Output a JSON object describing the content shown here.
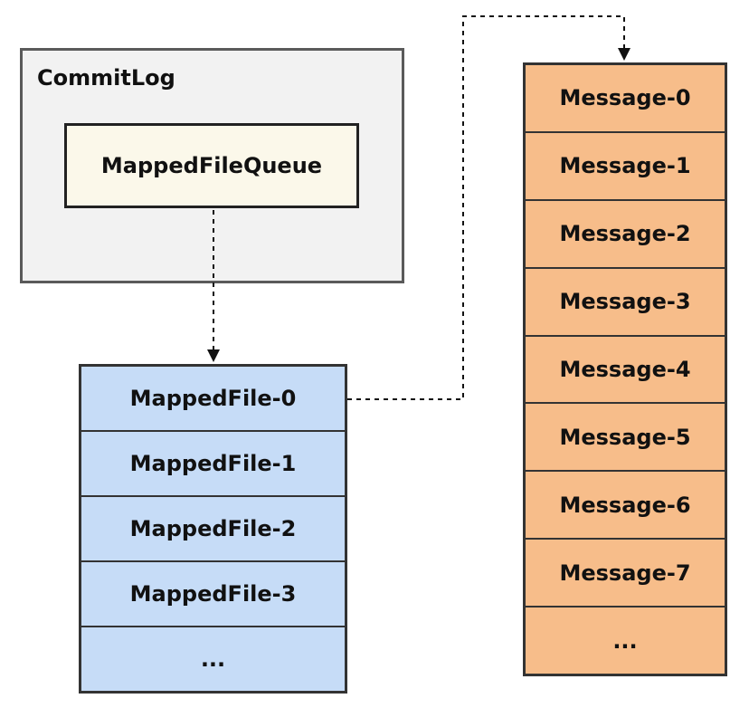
{
  "commitlog": {
    "title": "CommitLog"
  },
  "queue": {
    "label": "MappedFileQueue"
  },
  "mapped_files": [
    {
      "label": "MappedFile-0"
    },
    {
      "label": "MappedFile-1"
    },
    {
      "label": "MappedFile-2"
    },
    {
      "label": "MappedFile-3"
    },
    {
      "label": "..."
    }
  ],
  "messages": [
    {
      "label": "Message-0"
    },
    {
      "label": "Message-1"
    },
    {
      "label": "Message-2"
    },
    {
      "label": "Message-3"
    },
    {
      "label": "Message-4"
    },
    {
      "label": "Message-5"
    },
    {
      "label": "Message-6"
    },
    {
      "label": "Message-7"
    },
    {
      "label": "..."
    }
  ],
  "colors": {
    "commitlog_fill": "#f2f2f2",
    "queue_fill": "#fbf8ea",
    "mapped_file_fill": "#c6dcf7",
    "message_fill": "#f7bd8a"
  }
}
